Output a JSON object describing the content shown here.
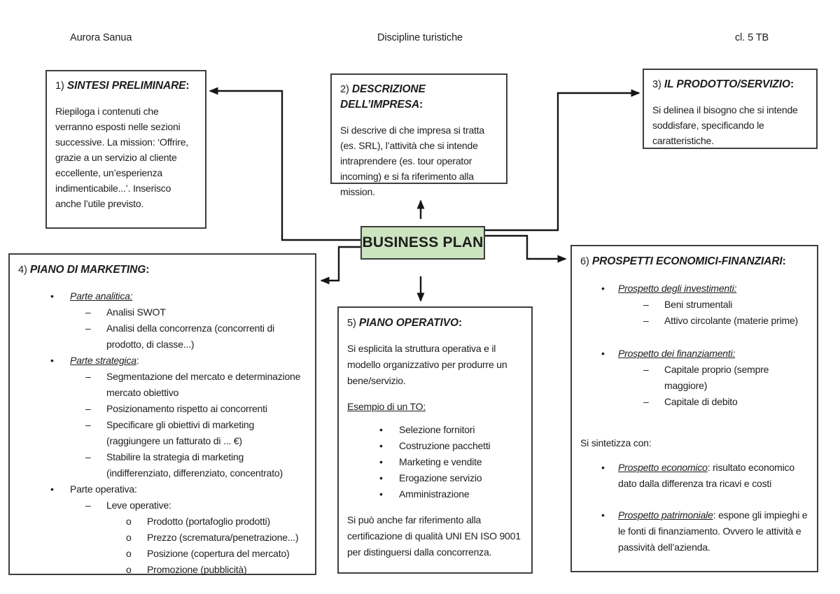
{
  "header": {
    "left": "Aurora Sanua",
    "center": "Discipline turistiche",
    "right": "cl. 5 TB"
  },
  "center_node": {
    "label": "BUSINESS PLAN",
    "fill": "#cde4c0",
    "border": "#3b3b3b"
  },
  "glyphs": {
    "disc": "•",
    "dash": "–",
    "circle": "o"
  },
  "connections": [
    {
      "from": "BUSINESS PLAN",
      "to": "1) SINTESI PRELIMINARE"
    },
    {
      "from": "BUSINESS PLAN",
      "to": "2) DESCRIZIONE DELL’IMPRESA"
    },
    {
      "from": "BUSINESS PLAN",
      "to": "3) IL PRODOTTO/SERVIZIO"
    },
    {
      "from": "BUSINESS PLAN",
      "to": "4) PIANO DI MARKETING"
    },
    {
      "from": "BUSINESS PLAN",
      "to": "5) PIANO OPERATIVO"
    },
    {
      "from": "BUSINESS PLAN",
      "to": "6) PROSPETTI ECONOMICI-FINANZIARI"
    }
  ],
  "box1": {
    "num": "1)",
    "title": "SINTESI PRELIMINARE",
    "colon": ":",
    "body": "Riepiloga i contenuti che verranno esposti nelle sezioni successive. La mission: ‘Offrire, grazie a un servizio al cliente eccellente, un’esperienza indimenticabile...’.  Inserisco anche l’utile previsto."
  },
  "box2": {
    "num": "2)",
    "title": "DESCRIZIONE DELL’IMPRESA",
    "colon": ":",
    "body": "Si descrive di che impresa si tratta (es. SRL), l’attività che si intende intraprendere (es. tour operator incoming) e si fa riferimento alla mission."
  },
  "box3": {
    "num": "3)",
    "title": "IL PRODOTTO/SERVIZIO",
    "colon": ":",
    "body": "Si delinea il bisogno che si intende soddisfare, specificando le caratteristiche."
  },
  "box4": {
    "num": "4)",
    "title": "PIANO DI MARKETING",
    "colon": ":",
    "g0": {
      "head": "Parte analitica:",
      "items": [
        "Analisi SWOT",
        "Analisi della concorrenza (concorrenti di prodotto, di classe...)"
      ]
    },
    "g1": {
      "head": "Parte strategica",
      "tail": ":",
      "items": [
        "Segmentazione del mercato e determinazione mercato obiettivo",
        "Posizionamento rispetto ai concorrenti",
        "Specificare gli obiettivi di marketing (raggiungere un fatturato di ... €)",
        "Stabilire la strategia di marketing (indifferenziato, differenziato, concentrato)"
      ]
    },
    "g2": {
      "head": "Parte operativa:",
      "sub": {
        "head": "Leve operative:",
        "items": [
          "Prodotto (portafoglio prodotti)",
          "Prezzo (scrematura/penetrazione...)",
          "Posizione (copertura del mercato)",
          "Promozione (pubblicità)"
        ]
      }
    }
  },
  "box5": {
    "num": "5)",
    "title": "PIANO OPERATIVO",
    "colon": ":",
    "p1": "Si esplicita la struttura operativa e il modello organizzativo per produrre un bene/servizio.",
    "example_head": "Esempio di un TO:",
    "items": [
      "Selezione fornitori",
      "Costruzione pacchetti",
      "Marketing e vendite",
      "Erogazione servizio",
      "Amministrazione"
    ],
    "p2": "Si può anche far riferimento alla certificazione di qualità UNI EN ISO 9001 per distinguersi dalla concorrenza."
  },
  "box6": {
    "num": "6)",
    "title": "PROSPETTI ECONOMICI-FINANZIARI",
    "colon": ":",
    "g0": {
      "head": "Prospetto degli investimenti:",
      "items": [
        "Beni strumentali",
        "Attivo circolante (materie prime)"
      ]
    },
    "g1": {
      "head": "Prospetto dei finanziamenti:",
      "items": [
        "Capitale proprio (sempre maggiore)",
        "Capitale di debito"
      ]
    },
    "mid": "Si sintetizza con:",
    "g2": {
      "head": "Prospetto economico",
      "rest": ": risultato economico dato dalla differenza tra ricavi e costi"
    },
    "g3": {
      "head": "Prospetto patrimoniale",
      "rest": ": espone gli impieghi e le fonti di finanziamento. Ovvero le attività e passività dell’azienda."
    }
  }
}
